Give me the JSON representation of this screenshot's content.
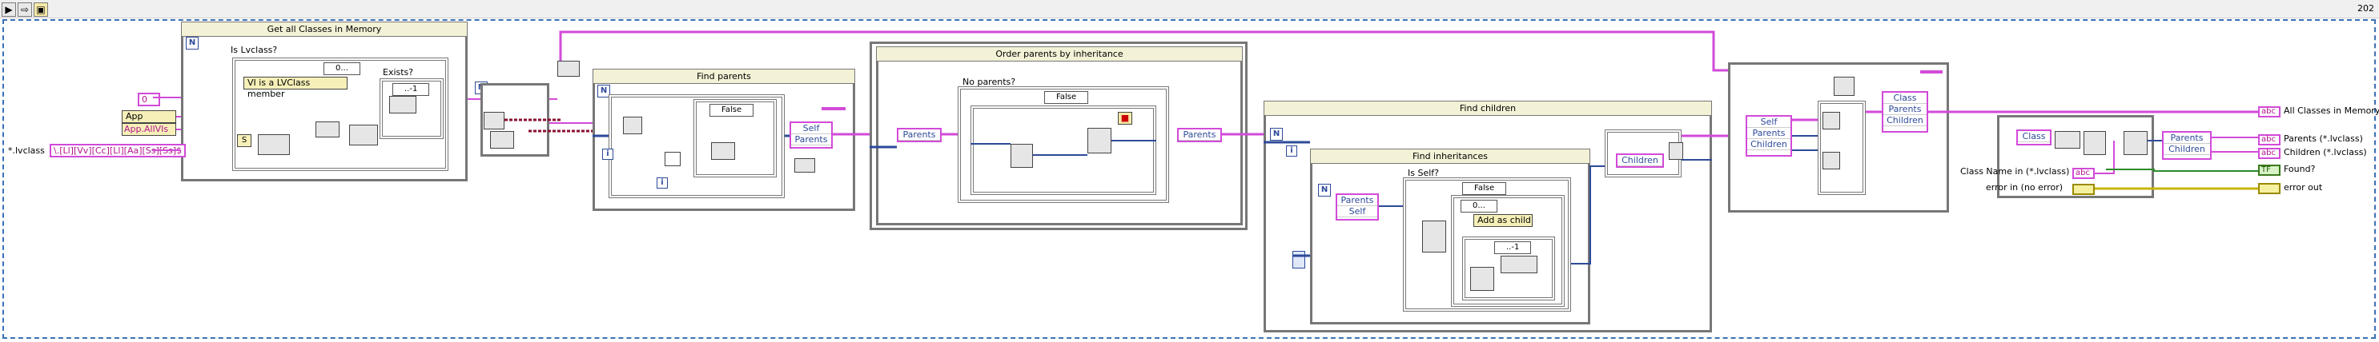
{
  "toolbar": {
    "run_icon": "run-icon",
    "step_icon": "arrow-icon",
    "probe_icon": "highlight-icon",
    "year": "202"
  },
  "frames": {
    "get_all_classes": "Get all Classes in Memory",
    "is_lvclass": "Is Lvclass?",
    "case_0": "0...",
    "exists": "Exists?",
    "case_neg1": "..-1",
    "vi_lvclass_member": "VI is a LVClass member",
    "find_parents": "Find parents",
    "false_case": "False",
    "order_parents": "Order parents by inheritance",
    "no_parents": "No parents?",
    "find_children": "Find children",
    "find_inheritances": "Find inheritances",
    "is_self": "Is Self?",
    "add_as_child": "Add as child"
  },
  "constants": {
    "zero": "0",
    "app": "App",
    "app_allvis": "App.AllVIs",
    "lvclass_label": "*.lvclass",
    "regex": "\\.[Ll][Vv][Cc][Ll][Aa][Ss][Ss]$"
  },
  "bundles": {
    "self": "Self",
    "parents": "Parents",
    "children": "Children",
    "class": "Class"
  },
  "outputs": {
    "all_classes": "All Classes in Memory",
    "parents_out": "Parents (*.lvclass)",
    "children_out": "Children (*.lvclass)",
    "found": "Found?",
    "error_out": "error out",
    "class_name_in": "Class Name in (*.lvclass)",
    "error_in": "error in (no error)"
  },
  "terminal_types": {
    "tf": "TF",
    "abc": "abc"
  },
  "colors": {
    "string_wire": "#d24ad8",
    "array_wire": "#2d4a9a",
    "error_wire": "#c8b400",
    "ref_wire": "#2a7a2a",
    "bool_wire": "#2a8a2a"
  }
}
